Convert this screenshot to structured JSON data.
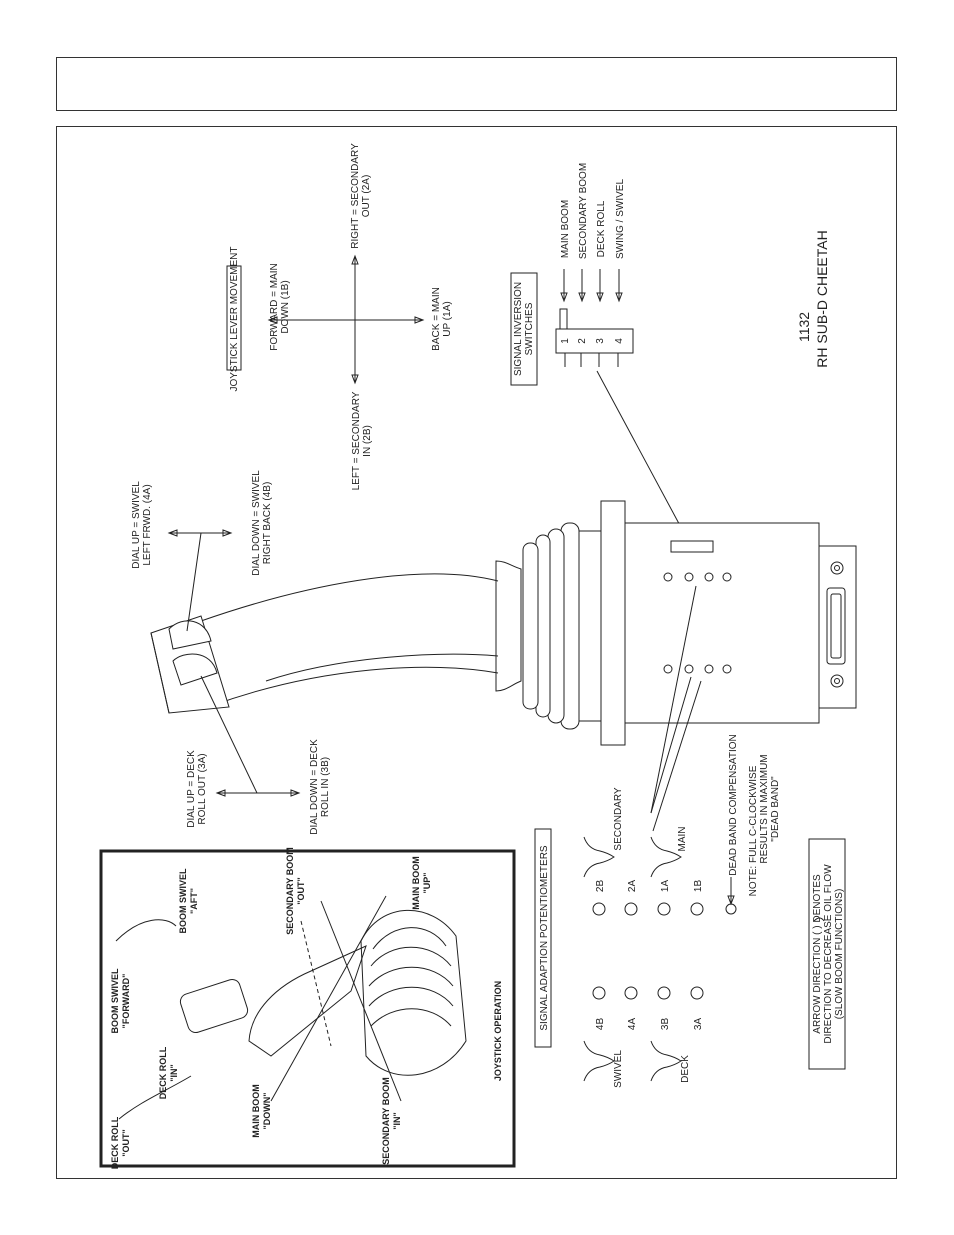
{
  "header": {
    "text": ""
  },
  "title": {
    "model": "1132",
    "name": "RH SUB-D CHEETAH"
  },
  "joystick_movement": {
    "title": "JOYSTICK LEVER MOVEMENT",
    "forward": [
      "FORWARD = MAIN",
      "DOWN (1B)"
    ],
    "back": [
      "BACK = MAIN",
      "UP (1A)"
    ],
    "right": [
      "RIGHT = SECONDARY",
      "OUT (2A)"
    ],
    "left": [
      "LEFT = SECONDARY",
      "IN (2B)"
    ]
  },
  "dials": {
    "up_swivel": [
      "DIAL UP = SWIVEL",
      "LEFT FRWD.  (4A)"
    ],
    "down_swivel": [
      "DIAL DOWN = SWIVEL",
      "RIGHT BACK (4B)"
    ],
    "up_deck": [
      "DIAL UP = DECK",
      "ROLL OUT (3A)"
    ],
    "down_deck": [
      "DIAL DOWN = DECK",
      "ROLL IN (3B)"
    ]
  },
  "switches": {
    "title": "SIGNAL INVERSION SWITCHES",
    "numbers": [
      "1",
      "2",
      "3",
      "4"
    ],
    "labels": [
      "MAIN BOOM",
      "SECONDARY BOOM",
      "DECK ROLL",
      "SWING / SWIVEL"
    ]
  },
  "potentiometers": {
    "title": "SIGNAL ADAPTION POTENTIOMETERS",
    "left_column": [
      "4B",
      "4A",
      "3B",
      "3A"
    ],
    "right_column": [
      "2B",
      "2A",
      "1A",
      "1B"
    ],
    "group_swivel": "SWIVEL",
    "group_deck": "DECK",
    "group_secondary": "SECONDARY",
    "group_main": "MAIN",
    "dead_band": "DEAD BAND COMPENSATION",
    "note": [
      "NOTE: FULL C-CLOCKWISE",
      "RESULTS IN MAXIMUM",
      "\"DEAD BAND\""
    ]
  },
  "arrow_direction_note": [
    "ARROW DIRECTION (    ) DENOTES",
    "DIRECTION TO DECREASE OIL FLOW",
    "(SLOW BOOM FUNCTIONS)"
  ],
  "joystick_operation": {
    "caption": "JOYSTICK OPERATION",
    "boom_swivel_forward": [
      "BOOM SWIVEL",
      "\"FORWARD\""
    ],
    "boom_swivel_aft": [
      "BOOM SWIVEL",
      "\"AFT\""
    ],
    "secondary_boom_out": [
      "SECONDARY BOOM",
      "\"OUT\""
    ],
    "main_boom_up": [
      "MAIN BOOM",
      "\"UP\""
    ],
    "deck_roll_in": [
      "DECK ROLL",
      "\"IN\""
    ],
    "deck_roll_out": [
      "DECK ROLL",
      "\"OUT\""
    ],
    "main_boom_down": [
      "MAIN BOOM",
      "\"DOWN\""
    ],
    "secondary_boom_in": [
      "SECONDARY BOOM",
      "\"IN\""
    ]
  }
}
